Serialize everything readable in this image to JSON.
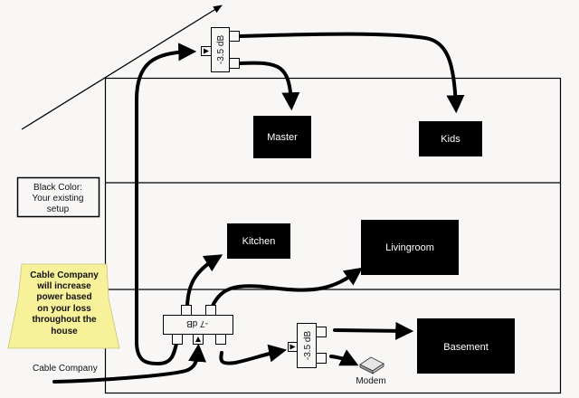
{
  "diagram": {
    "title": "",
    "legend": {
      "lines": [
        "Black Color:",
        "Your existing",
        "setup"
      ]
    },
    "note": {
      "lines": [
        "Cable Company",
        "will increase",
        "power based",
        "on your loss",
        "throughout the",
        "house"
      ],
      "fill": "#f7f19a"
    },
    "source_label": "Cable Company",
    "rooms": {
      "master": "Master",
      "kids": "Kids",
      "kitchen": "Kitchen",
      "livingroom": "Livingroom",
      "basement": "Basement"
    },
    "splitters": {
      "attic": "-3.5 dB",
      "main": "-7 dB",
      "basement": "-3.5 dB"
    },
    "modem_label": "Modem",
    "connections": [
      {
        "from": "Cable Company",
        "to": "-7 dB splitter"
      },
      {
        "from": "-7 dB splitter",
        "to": "attic -3.5 dB splitter"
      },
      {
        "from": "-7 dB splitter",
        "to": "Kitchen"
      },
      {
        "from": "-7 dB splitter",
        "to": "Livingroom"
      },
      {
        "from": "-7 dB splitter",
        "to": "basement -3.5 dB splitter"
      },
      {
        "from": "attic -3.5 dB splitter",
        "to": "Master"
      },
      {
        "from": "attic -3.5 dB splitter",
        "to": "Kids"
      },
      {
        "from": "basement -3.5 dB splitter",
        "to": "Basement"
      },
      {
        "from": "basement -3.5 dB splitter",
        "to": "Modem"
      }
    ]
  }
}
